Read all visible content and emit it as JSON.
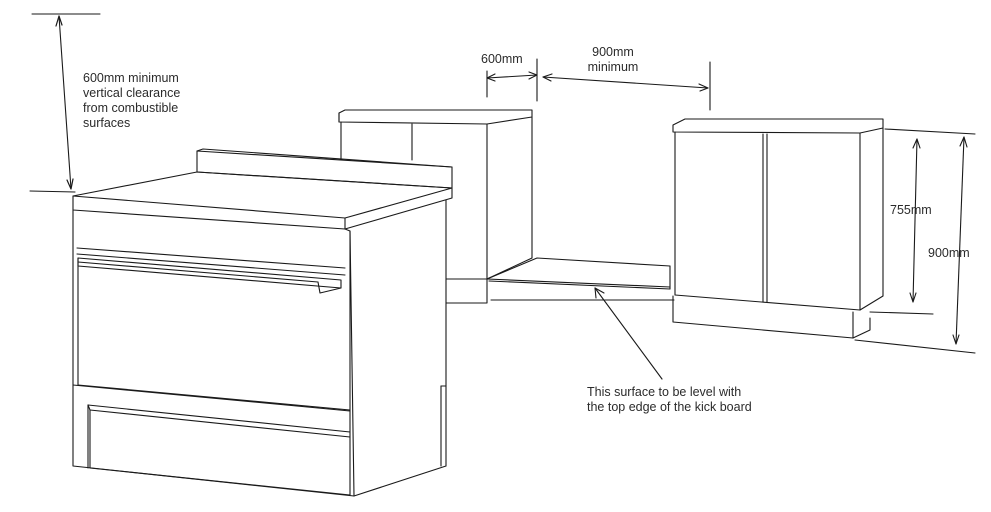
{
  "annotations": {
    "clearance": [
      "600mm minimum",
      "vertical clearance",
      "from combustible",
      "surfaces"
    ],
    "cabinet_depth": "600mm",
    "gap_width": [
      "900mm",
      "minimum"
    ],
    "bench_height": "755mm",
    "total_height": "900mm",
    "surface_note": [
      "This surface to be level with",
      "the top edge of the kick board"
    ]
  },
  "colors": {
    "line": "#1a1a1a"
  }
}
